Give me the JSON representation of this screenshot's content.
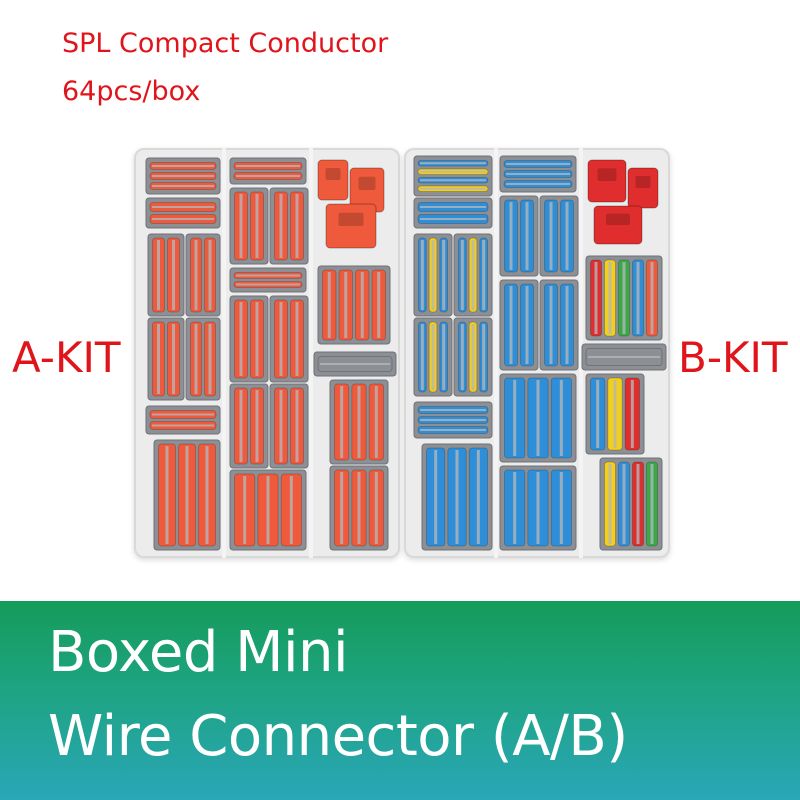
{
  "header": {
    "title_line1": "SPL Compact Conductor",
    "title_line2": "64pcs/box"
  },
  "kits": {
    "a_label": "A-KIT",
    "b_label": "B-KIT"
  },
  "banner": {
    "line1": "Boxed Mini",
    "line2": "Wire Connector (A/B)"
  },
  "colors": {
    "label_red": "#e0151b",
    "connector_gray": "#8c8f94",
    "lever_orange": "#ef5a3c",
    "lever_blue": "#2e8fd8",
    "lever_yellow": "#f2cf1d",
    "lever_green": "#3aa847",
    "lever_red": "#e02e2e",
    "banner_green": "#159b5a",
    "banner_teal": "#2aa6b8"
  }
}
